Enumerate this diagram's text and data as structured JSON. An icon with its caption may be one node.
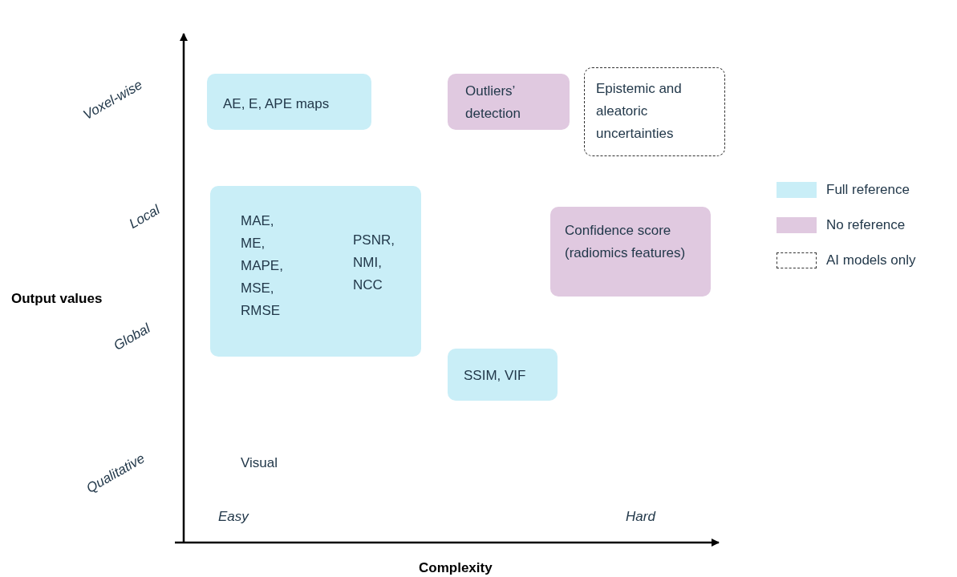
{
  "diagram": {
    "nodes": [
      {
        "text": [
          "AE, E, APE maps"
        ]
      },
      {
        "text": [
          "Outliers’ detection"
        ]
      },
      {
        "text": [
          "Epistemic and aleatoric uncertainties"
        ]
      },
      {
        "text": [
          "MAE, ME, MAPE, MSE, RMSE",
          "PSNR, NMI, NCC"
        ]
      },
      {
        "text": [
          "Confidence score (radiomics features)"
        ]
      },
      {
        "text": [
          "SSIM, VIF"
        ]
      }
    ],
    "labels": [
      "Voxel-wise",
      "Local",
      "Global",
      "Qualitative",
      "Output values",
      "Visual",
      "Easy",
      "Hard",
      "Complexity"
    ],
    "legend": [
      {
        "text": "Full reference",
        "color": "#c9eef7"
      },
      {
        "text": "No reference",
        "color": "#e0c9e0"
      },
      {
        "text": "AI models only"
      }
    ]
  }
}
